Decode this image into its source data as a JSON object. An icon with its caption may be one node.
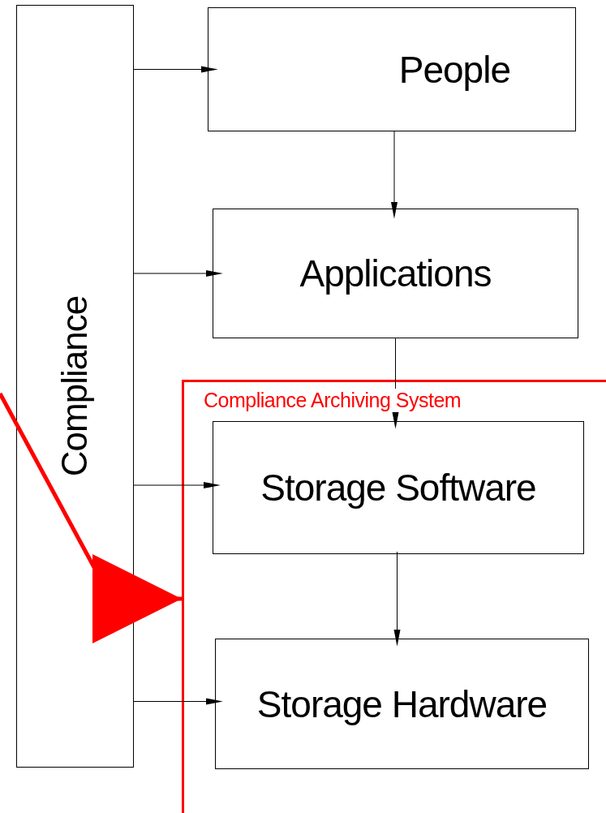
{
  "diagram": {
    "nodes": [
      {
        "text": [
          "Compliance"
        ]
      },
      {
        "text": [
          "People"
        ]
      },
      {
        "text": [
          "Applications"
        ]
      },
      {
        "text": [
          "Compliance Archiving System"
        ]
      },
      {
        "text": [
          "Storage Software"
        ],
        "in": 3
      },
      {
        "text": [
          "Storage Hardware"
        ],
        "in": 3
      }
    ],
    "edges": [
      {
        "from": 0,
        "to": 1,
        "arrow": "to"
      },
      {
        "from": 0,
        "to": 2,
        "arrow": "to"
      },
      {
        "from": 0,
        "to": 4,
        "arrow": "to"
      },
      {
        "from": 0,
        "to": 5,
        "arrow": "to"
      },
      {
        "from": 1,
        "to": 2,
        "arrow": "to"
      },
      {
        "from": 2,
        "to": 4,
        "arrow": "to"
      },
      {
        "from": 4,
        "to": 5,
        "arrow": "to"
      },
      {
        "from": null,
        "to": 3,
        "arrow": "to",
        "style": "thick",
        "color": "#ff0000"
      }
    ]
  }
}
